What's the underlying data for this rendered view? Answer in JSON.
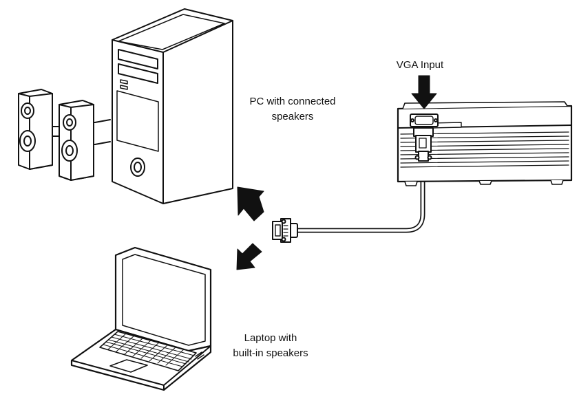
{
  "labels": {
    "pc": [
      "PC with connected",
      "speakers"
    ],
    "laptop": [
      "Laptop with",
      "built-in speakers"
    ],
    "vga_input": "VGA Input"
  },
  "colors": {
    "stroke": "#111111",
    "fill": "#ffffff",
    "arrow": "#111111"
  },
  "icons": [
    "speaker-left-icon",
    "speaker-right-icon",
    "pc-tower-icon",
    "laptop-icon",
    "projector-icon",
    "vga-cable-icon",
    "vga-plug-icon",
    "arrow-icon"
  ]
}
